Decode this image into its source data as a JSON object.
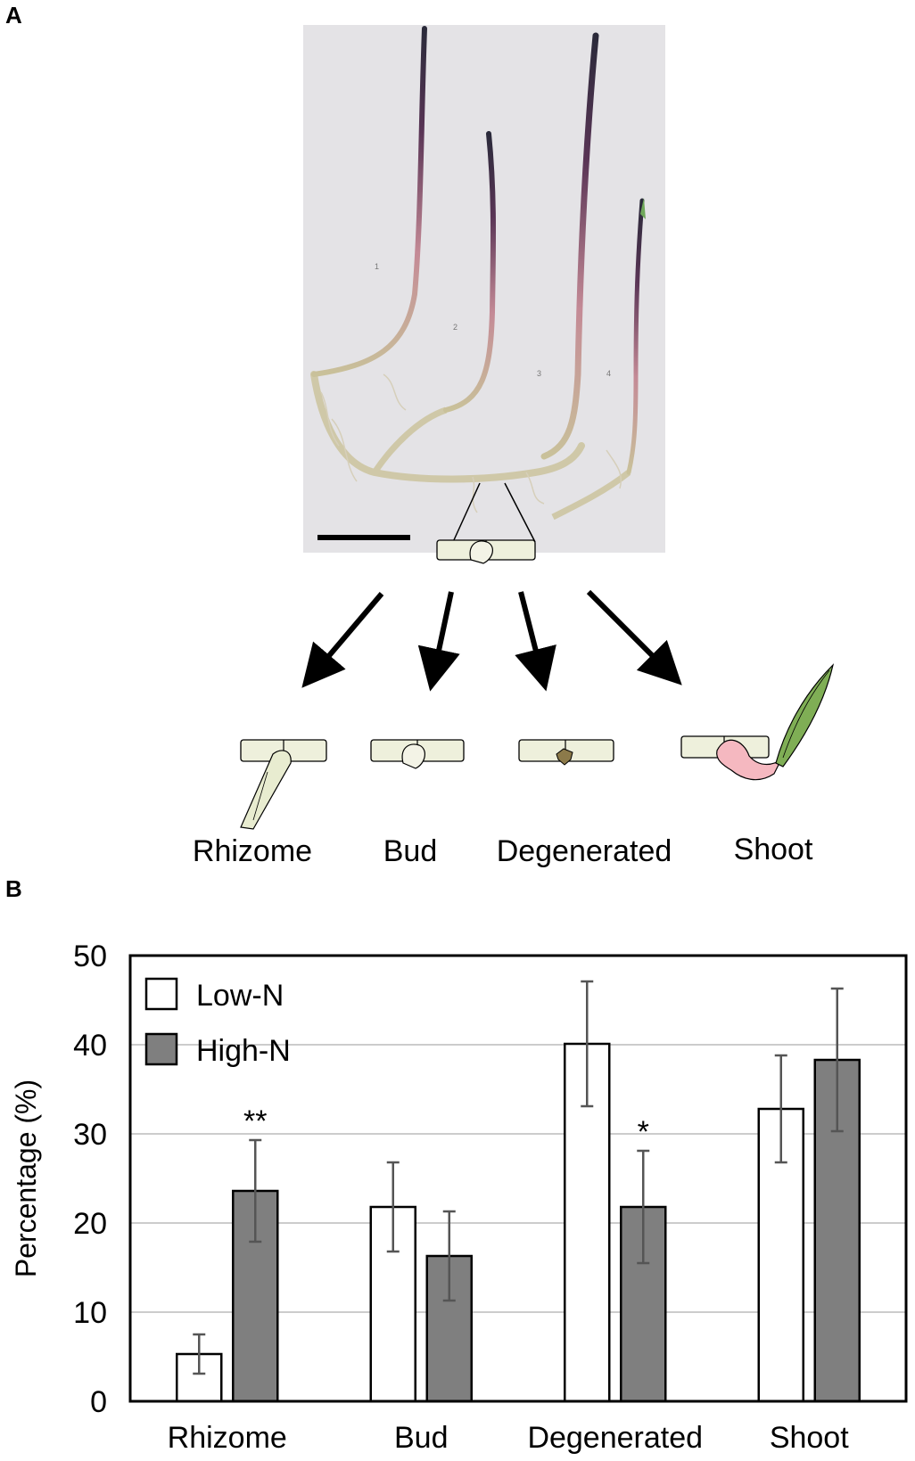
{
  "panels": {
    "a": "A",
    "b": "B"
  },
  "diagram": {
    "outcomes": [
      "Rhizome",
      "Bud",
      "Degenerated",
      "Shoot"
    ],
    "photo_marks": [
      "1",
      "2",
      "3",
      "4"
    ]
  },
  "chart_data": {
    "type": "bar",
    "categories": [
      "Rhizome",
      "Bud",
      "Degenerated",
      "Shoot"
    ],
    "series": [
      {
        "name": "Low-N",
        "values": [
          5.3,
          21.8,
          40.1,
          32.8
        ],
        "errors": [
          2.2,
          5.0,
          7.0,
          6.0
        ],
        "color": "#ffffff"
      },
      {
        "name": "High-N",
        "values": [
          23.6,
          16.3,
          21.8,
          38.3
        ],
        "errors": [
          5.7,
          5.0,
          6.3,
          8.0
        ],
        "color": "#7f7f7f"
      }
    ],
    "significance": [
      {
        "category": "Rhizome",
        "series": "High-N",
        "mark": "**"
      },
      {
        "category": "Degenerated",
        "series": "High-N",
        "mark": "*"
      }
    ],
    "ylabel": "Percentage (%)",
    "xlabel": "",
    "ylim": [
      0,
      50
    ],
    "yticks": [
      0,
      10,
      20,
      30,
      40,
      50
    ],
    "grid": true,
    "legend_position": "top-left"
  }
}
